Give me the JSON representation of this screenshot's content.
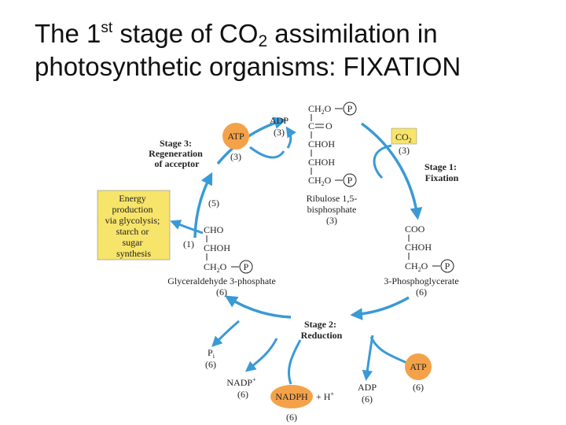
{
  "title": {
    "part1": "The 1",
    "sup": "st",
    "part2": " stage of CO",
    "sub": "2",
    "part3": " assimilation in",
    "line2": "photosynthetic organisms: FIXATION"
  },
  "colors": {
    "arrow": "#3a9ad6",
    "atp_fill": "#f4a24a",
    "energy_box_fill": "#f7e46a",
    "co2_box_fill": "#f7e46a",
    "text": "#222222"
  },
  "diagram": {
    "stage1": {
      "line1": "Stage 1:",
      "line2": "Fixation"
    },
    "stage2": {
      "line1": "Stage 2:",
      "line2": "Reduction"
    },
    "stage3": {
      "line1": "Stage 3:",
      "line2": "Regeneration",
      "line3": "of acceptor"
    },
    "atp_top": {
      "label": "ATP",
      "count": "(3)"
    },
    "adp_top": {
      "label": "ADP",
      "count": "(3)"
    },
    "co2": {
      "label": "CO",
      "sub": "2",
      "count": "(3)"
    },
    "rubp": {
      "c1": "CH",
      "c1_sub": "2",
      "c1_tail": "O",
      "c2": "C",
      "c2_tail": "O",
      "c3": "CHOH",
      "c4": "CHOH",
      "c5": "CH",
      "c5_sub": "2",
      "c5_tail": "O",
      "p": "P",
      "name1": "Ribulose 1,5-",
      "name2": "bisphosphate",
      "count": "(3)"
    },
    "pga": {
      "c1": "COO",
      "c2": "CHOH",
      "c3": "CH",
      "c3_sub": "2",
      "c3_tail": "O",
      "p": "P",
      "name": "3-Phosphoglycerate",
      "count": "(6)"
    },
    "g3p": {
      "c1": "CHO",
      "c2": "CHOH",
      "c3": "CH",
      "c3_sub": "2",
      "c3_tail": "O",
      "p": "P",
      "name": "Glyceraldehyde 3-phosphate",
      "count": "(6)"
    },
    "energy_box": {
      "lines": [
        "Energy",
        "production",
        "via glycolysis;",
        "starch or",
        "sugar",
        "synthesis"
      ]
    },
    "count_5": "(5)",
    "count_1": "(1)",
    "atp_bottom": {
      "label": "ATP",
      "count": "(6)"
    },
    "adp_bottom": {
      "label": "ADP",
      "count": "(6)"
    },
    "nadph": {
      "label": "NADPH",
      "count": "(6)",
      "plus": "+ H",
      "plus_sup": "+"
    },
    "nadp": {
      "label": "NADP",
      "sup": "+",
      "count": "(6)"
    },
    "pi": {
      "label": "P",
      "sub": "i",
      "count": "(6)"
    }
  }
}
